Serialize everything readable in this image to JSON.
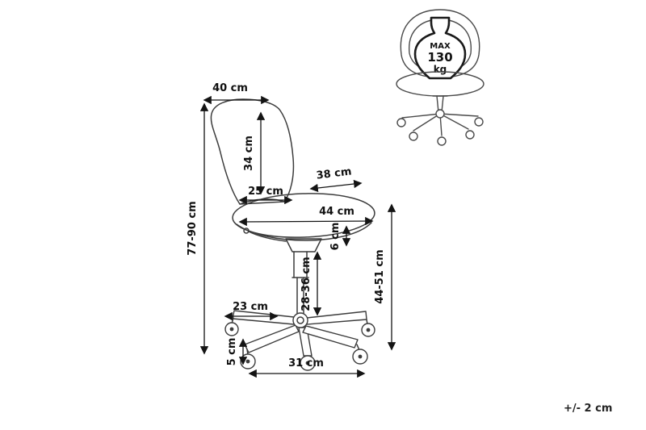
{
  "diagram": {
    "dimensions": {
      "back_width": "40 cm",
      "back_height": "34 cm",
      "seat_depth": "38 cm",
      "backrest_bottom_width": "25 cm",
      "seat_width": "44 cm",
      "seat_thickness": "6 cm",
      "total_height": "77-90 cm",
      "gas_lift_height": "28-36 cm",
      "seat_height": "44-51 cm",
      "leg_length": "23 cm",
      "caster_height": "5 cm",
      "base_width": "31 cm"
    },
    "max_weight": {
      "label": "MAX",
      "value": "130",
      "unit": "kg"
    },
    "tolerance": "+/- 2 cm",
    "colors": {
      "line": "#141414",
      "drawing": "#3c3c3c",
      "background": "#ffffff"
    }
  }
}
